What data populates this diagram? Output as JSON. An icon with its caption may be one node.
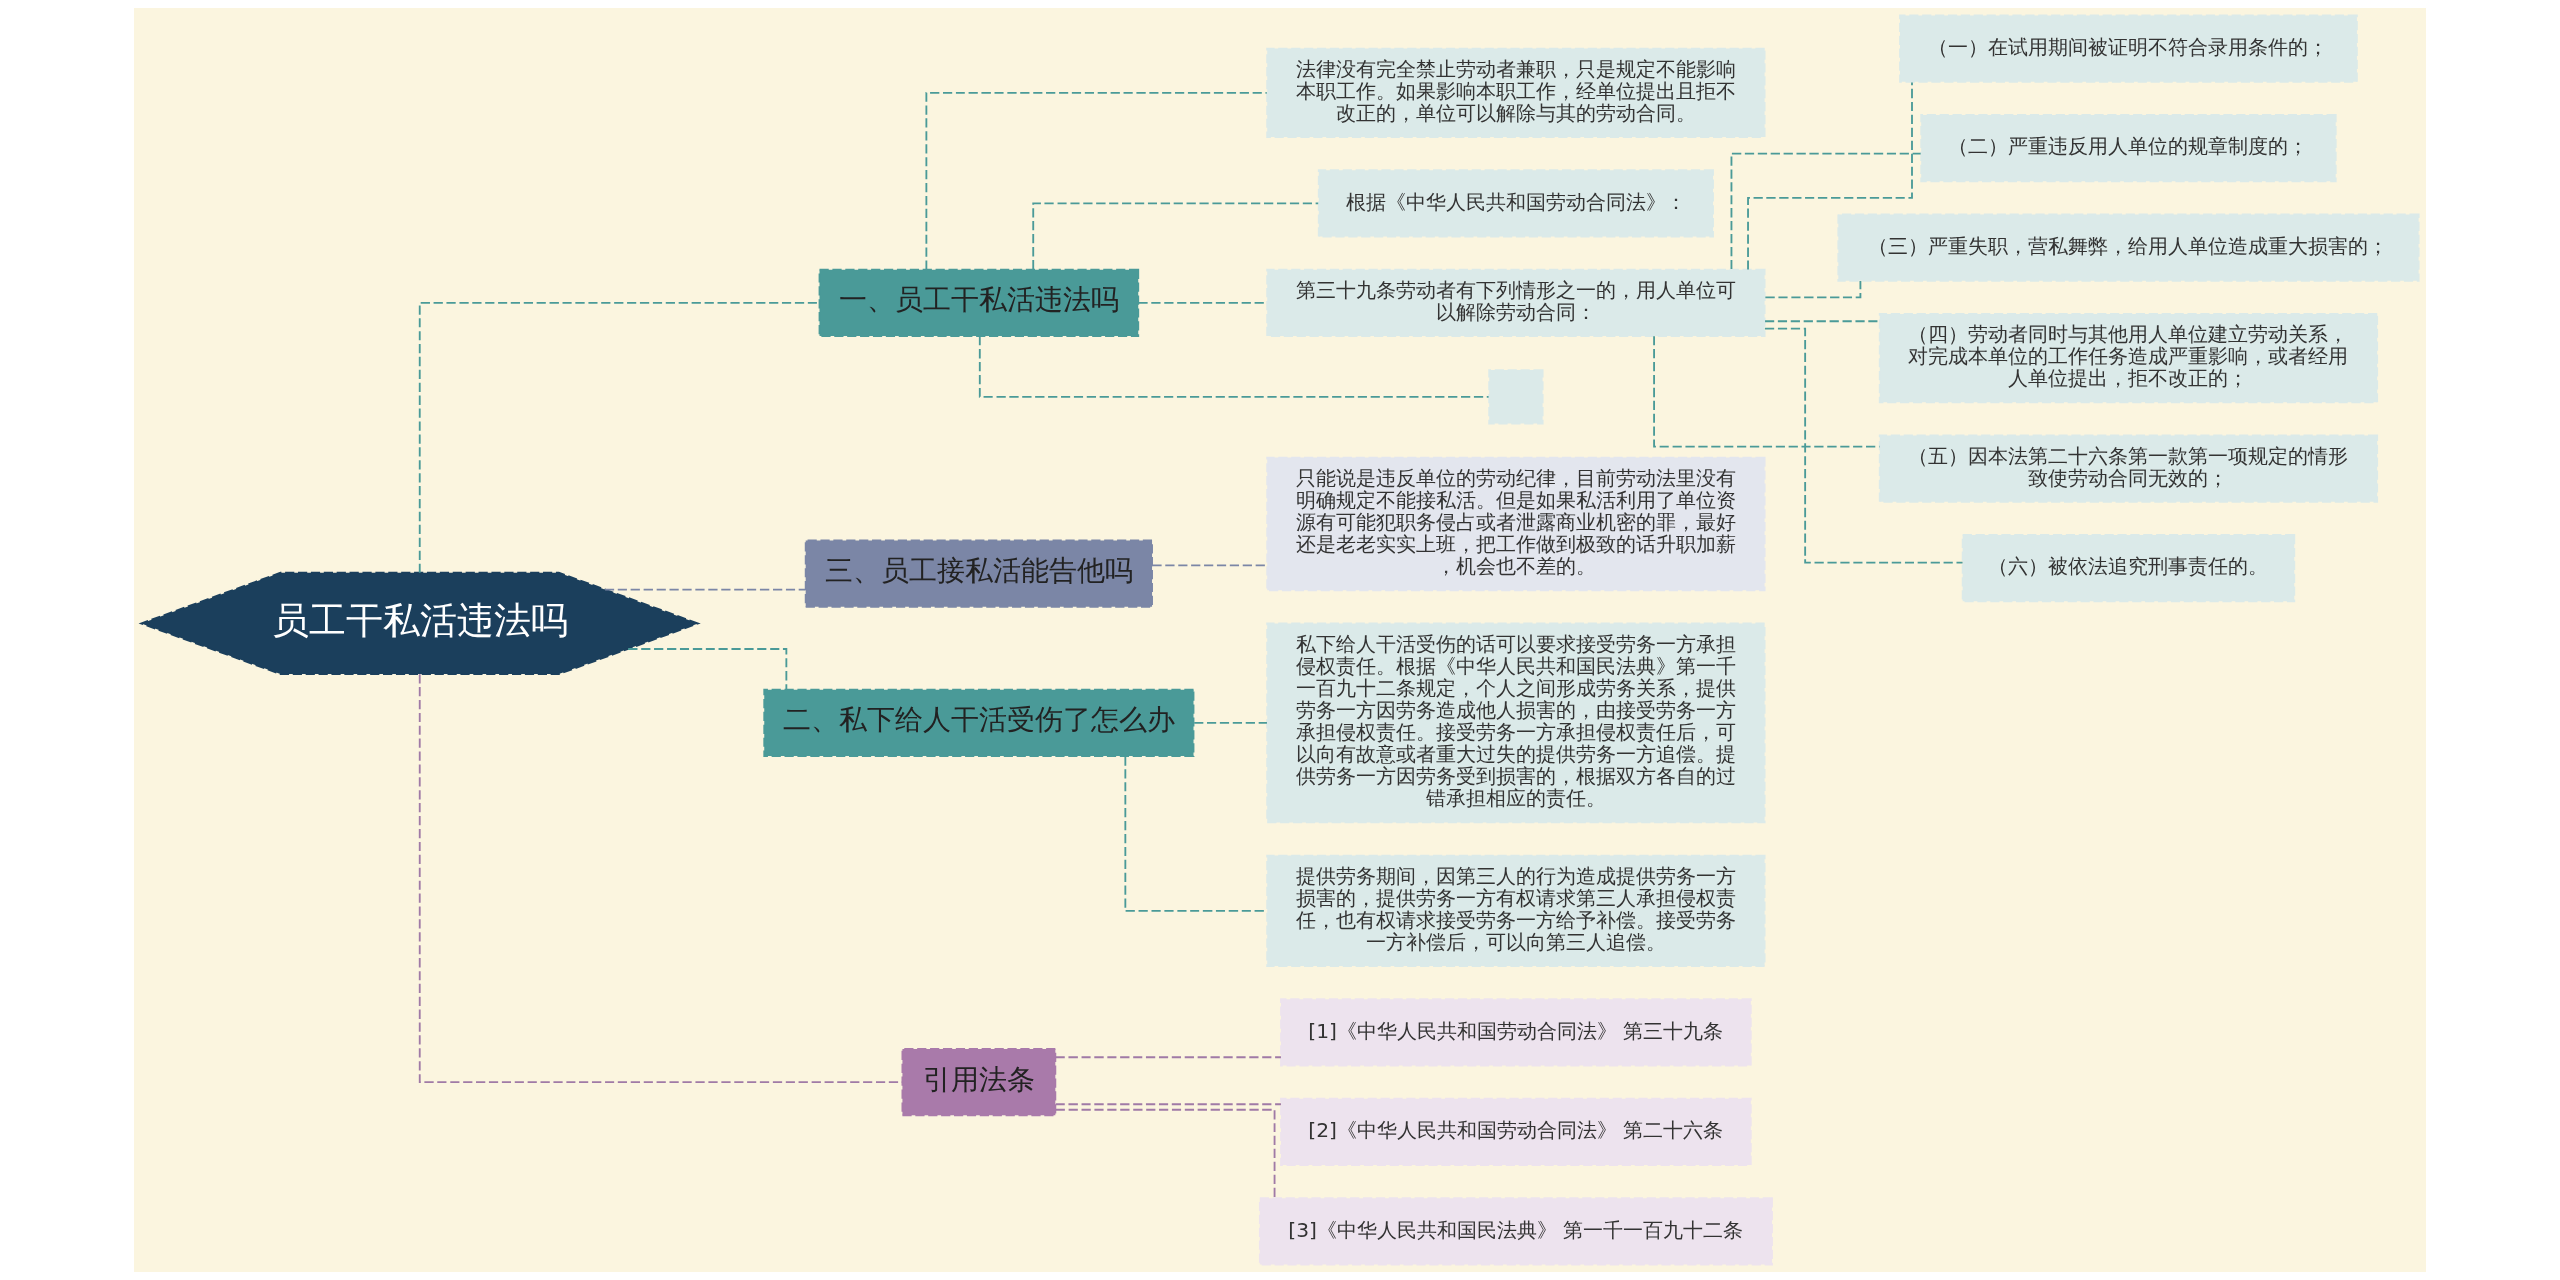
{
  "diagram": {
    "nodes": [
      {
        "text": [
          "员工干私活违法吗"
        ]
      },
      {
        "text": [
          "一、员工干私活违法吗"
        ]
      },
      {
        "text": [
          "法律没有完全禁止劳动者兼职，只是规定不能影响本职工作。如果影响本职工作，经单位提出且拒不改正的，单位可以解除与其的劳动合同。"
        ]
      },
      {
        "text": [
          "根据《中华人民共和国劳动合同法》："
        ]
      },
      {
        "text": [
          "第三十九条劳动者有下列情形之一的，用人单位可以解除劳动合同："
        ]
      },
      {
        "text": [
          "（一）在试用期间被证明不符合录用条件的；"
        ]
      },
      {
        "text": [
          "（二）严重违反用人单位的规章制度的；"
        ]
      },
      {
        "text": [
          "（三）严重失职，营私舞弊，给用人单位造成重大损害的；"
        ]
      },
      {
        "text": [
          "（四）劳动者同时与其他用人单位建立劳动关系，对完成本单位的工作任务造成严重影响，或者经用人单位提出，拒不改正的；"
        ]
      },
      {
        "text": [
          "（五）因本法第二十六条第一款第一项规定的情形致使劳动合同无效的；"
        ]
      },
      {
        "text": [
          "（六）被依法追究刑事责任的。"
        ]
      },
      {
        "text": [],
        "shape": "box"
      },
      {
        "text": [
          "三、员工接私活能告他吗"
        ]
      },
      {
        "text": [
          "只能说是违反单位的劳动纪律，目前劳动法里没有明确规定不能接私活。但是如果私活利用了单位资源有可能犯职务侵占或者泄露商业机密的罪，最好还是老老实实上班，把工作做到极致的话升职加薪，机会也不差的。"
        ]
      },
      {
        "text": [
          "二、私下给人干活受伤了怎么办"
        ]
      },
      {
        "text": [
          "私下给人干活受伤的话可以要求接受劳务一方承担侵权责任。根据《中华人民共和国民法典》第一千一百九十二条规定，个人之间形成劳务关系，提供劳务一方因劳务造成他人损害的，由接受劳务一方承担侵权责任。接受劳务一方承担侵权责任后，可以向有故意或者重大过失的提供劳务一方追偿。提供劳务一方因劳务受到损害的，根据双方各自的过错承担相应的责任。"
        ]
      },
      {
        "text": [
          "提供劳务期间，因第三人的行为造成提供劳务一方损害的，提供劳务一方有权请求第三人承担侵权责任，也有权请求接受劳务一方给予补偿。接受劳务一方补偿后，可以向第三人追偿。"
        ]
      },
      {
        "text": [
          "引用法条"
        ]
      },
      {
        "text": [
          "[1]《中华人民共和国劳动合同法》 第三十九条"
        ]
      },
      {
        "text": [
          "[2]《中华人民共和国劳动合同法》 第二十六条"
        ]
      },
      {
        "text": [
          "[3]《中华人民共和国民法典》 第一千一百九十二条"
        ]
      }
    ],
    "edges": [
      {
        "from": 0,
        "to": 1,
        "arrow": "none",
        "style": "dashed",
        "color": "#4a9a98"
      },
      {
        "from": 1,
        "to": 2,
        "arrow": "none",
        "style": "dashed",
        "color": "#4a9a98"
      },
      {
        "from": 1,
        "to": 3,
        "arrow": "none",
        "style": "dashed",
        "color": "#4a9a98"
      },
      {
        "from": 1,
        "to": 4,
        "arrow": "none",
        "style": "dashed",
        "color": "#4a9a98"
      },
      {
        "from": 4,
        "to": 5,
        "arrow": "none",
        "style": "dashed",
        "color": "#4a9a98"
      },
      {
        "from": 4,
        "to": 6,
        "arrow": "none",
        "style": "dashed",
        "color": "#4a9a98"
      },
      {
        "from": 4,
        "to": 7,
        "arrow": "none",
        "style": "dashed",
        "color": "#4a9a98"
      },
      {
        "from": 4,
        "to": 8,
        "arrow": "none",
        "style": "dashed",
        "color": "#4a9a98"
      },
      {
        "from": 4,
        "to": 9,
        "arrow": "none",
        "style": "dashed",
        "color": "#4a9a98"
      },
      {
        "from": 4,
        "to": 10,
        "arrow": "none",
        "style": "dashed",
        "color": "#4a9a98"
      },
      {
        "from": 1,
        "to": 11,
        "arrow": "none",
        "style": "dashed",
        "color": "#4a9a98"
      },
      {
        "from": 0,
        "to": 12,
        "arrow": "none",
        "style": "dashed",
        "color": "#7b86a6"
      },
      {
        "from": 12,
        "to": 13,
        "arrow": "none",
        "style": "dashed",
        "color": "#7b86a6"
      },
      {
        "from": 0,
        "to": 14,
        "arrow": "none",
        "style": "dashed",
        "color": "#4a9a98"
      },
      {
        "from": 14,
        "to": 15,
        "arrow": "none",
        "style": "dashed",
        "color": "#4a9a98"
      },
      {
        "from": 14,
        "to": 16,
        "arrow": "none",
        "style": "dashed",
        "color": "#4a9a98"
      },
      {
        "from": 0,
        "to": 17,
        "arrow": "none",
        "style": "dashed",
        "color": "#a07aa6"
      },
      {
        "from": 17,
        "to": 18,
        "arrow": "none",
        "style": "dashed",
        "color": "#a07aa6"
      },
      {
        "from": 17,
        "to": 19,
        "arrow": "none",
        "style": "dashed",
        "color": "#a07aa6"
      },
      {
        "from": 17,
        "to": 20,
        "arrow": "none",
        "style": "dashed",
        "color": "#a07aa6"
      }
    ]
  }
}
